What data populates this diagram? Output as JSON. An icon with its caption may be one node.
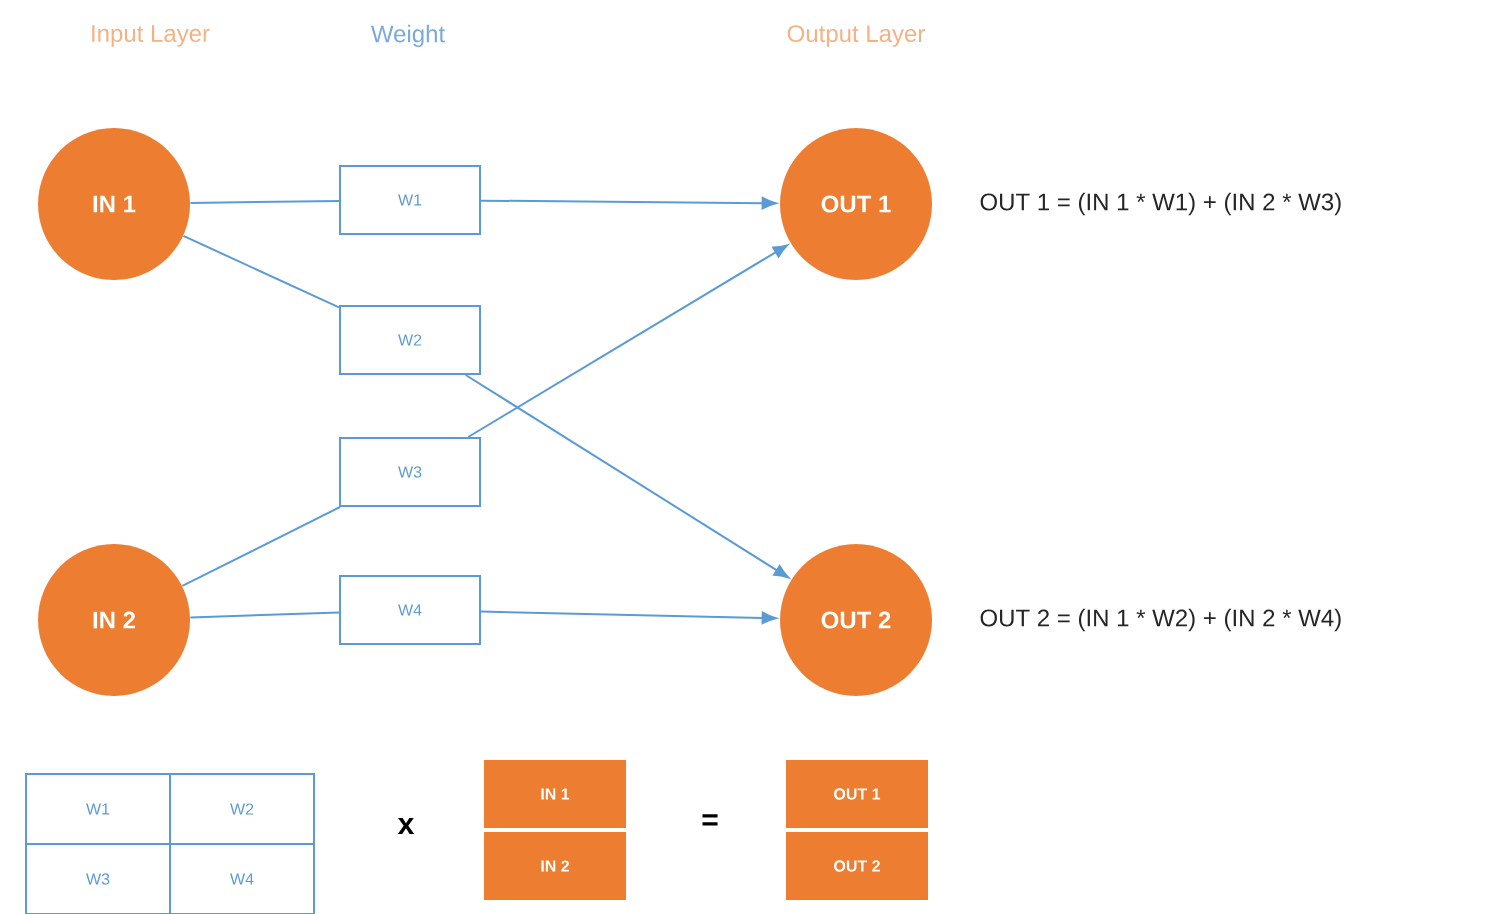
{
  "diagram": {
    "nodes": [
      {
        "text": [
          "IN 1"
        ]
      },
      {
        "text": [
          "IN 2"
        ]
      },
      {
        "text": [
          "W1"
        ]
      },
      {
        "text": [
          "W2"
        ]
      },
      {
        "text": [
          "W3"
        ]
      },
      {
        "text": [
          "W4"
        ]
      },
      {
        "text": [
          "OUT 1"
        ],
        "beside": [
          "OUT 1 = (IN 1 * W1) + (IN 2 * W3)"
        ]
      },
      {
        "text": [
          "OUT 2"
        ],
        "beside": [
          "OUT 2 = (IN 1 * W2) + (IN 2 * W4)"
        ]
      }
    ],
    "edges": [
      {
        "from": 0,
        "to": 2,
        "arrow": "none"
      },
      {
        "from": 2,
        "to": 6,
        "arrow": "to"
      },
      {
        "from": 0,
        "to": 3,
        "arrow": "none"
      },
      {
        "from": 3,
        "to": 7,
        "arrow": "to"
      },
      {
        "from": 1,
        "to": 4,
        "arrow": "none"
      },
      {
        "from": 4,
        "to": 6,
        "arrow": "to"
      },
      {
        "from": 1,
        "to": 5,
        "arrow": "none"
      },
      {
        "from": 5,
        "to": 7,
        "arrow": "to"
      }
    ],
    "labels": [
      "Input Layer",
      "Weight",
      "Output Layer",
      "W1",
      "W2",
      "W3",
      "W4",
      "x",
      "IN 1",
      "IN 2",
      "=",
      "OUT 1",
      "OUT 2"
    ]
  }
}
